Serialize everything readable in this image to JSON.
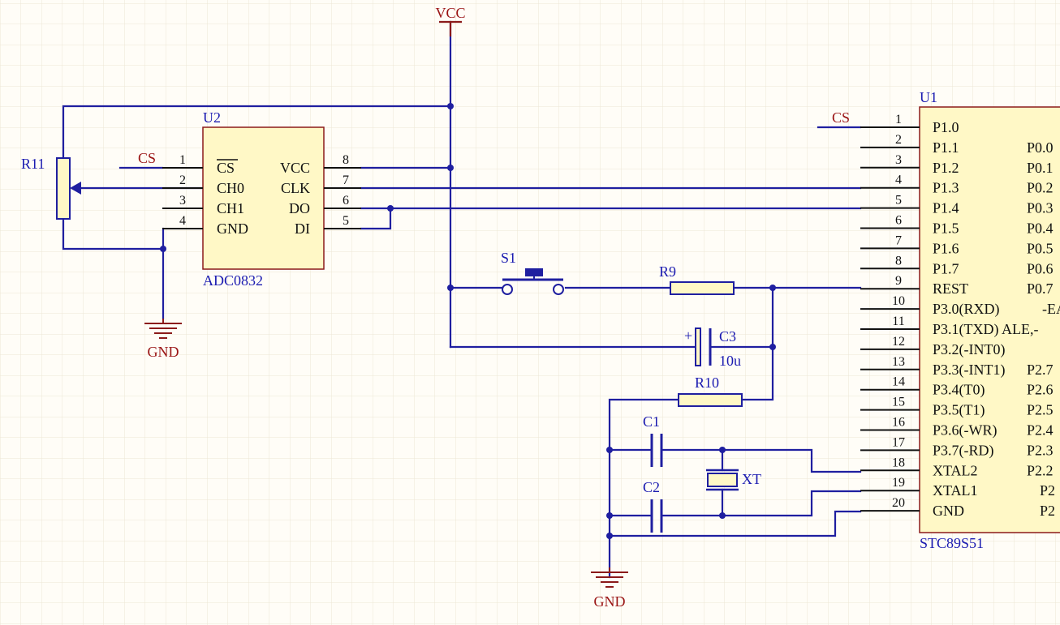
{
  "colors": {
    "background": "#fffdf7",
    "grid": "#ece6d6",
    "wire": "#1f1fa0",
    "component_outline": "#8b1a1a",
    "component_fill": "#fff8c6",
    "pin_line": "#111111",
    "net_label": "#9a1414",
    "designator": "#1a1ab0"
  },
  "nets": {
    "vcc": "VCC",
    "gnd_left": "GND",
    "gnd_bottom": "GND",
    "cs_u2": "CS",
    "cs_u1": "CS"
  },
  "u2": {
    "designator": "U2",
    "part": "ADC0832",
    "left_pin_numbers": [
      "1",
      "2",
      "3",
      "4"
    ],
    "left_pin_names": [
      "CS",
      "CH0",
      "CH1",
      "GND"
    ],
    "right_pin_numbers": [
      "8",
      "7",
      "6",
      "5"
    ],
    "right_pin_names": [
      "VCC",
      "CLK",
      "DO",
      "DI"
    ]
  },
  "u1": {
    "designator": "U1",
    "part": "STC89S51",
    "left_pin_numbers": [
      "1",
      "2",
      "3",
      "4",
      "5",
      "6",
      "7",
      "8",
      "9",
      "10",
      "11",
      "12",
      "13",
      "14",
      "15",
      "16",
      "17",
      "18",
      "19",
      "20"
    ],
    "left_pin_names": [
      "P1.0",
      "P1.1",
      "P1.2",
      "P1.3",
      "P1.4",
      "P1.5",
      "P1.6",
      "P1.7",
      "REST",
      "P3.0(RXD)",
      "P3.1(TXD)",
      "P3.2(-INT0)",
      "P3.3(-INT1)",
      "P3.4(T0)",
      "P3.5(T1)",
      "P3.6(-WR)",
      "P3.7(-RD)",
      "XTAL2",
      "XTAL1",
      "GND"
    ],
    "right_pin_names": [
      "",
      "P0.0",
      "P0.1",
      "P0.2",
      "P0.3",
      "P0.4",
      "P0.5",
      "P0.6",
      "P0.7",
      "-EA",
      "ALE,-",
      "",
      "P2.7",
      "P2.6",
      "P2.5",
      "P2.4",
      "P2.3",
      "P2.2",
      "P2",
      "P2"
    ]
  },
  "components": {
    "r11": "R11",
    "s1": "S1",
    "r9": "R9",
    "c3": "C3",
    "c3_value": "10u",
    "c3_polarity": "+",
    "r10": "R10",
    "c1": "C1",
    "c2": "C2",
    "xt": "XT"
  }
}
